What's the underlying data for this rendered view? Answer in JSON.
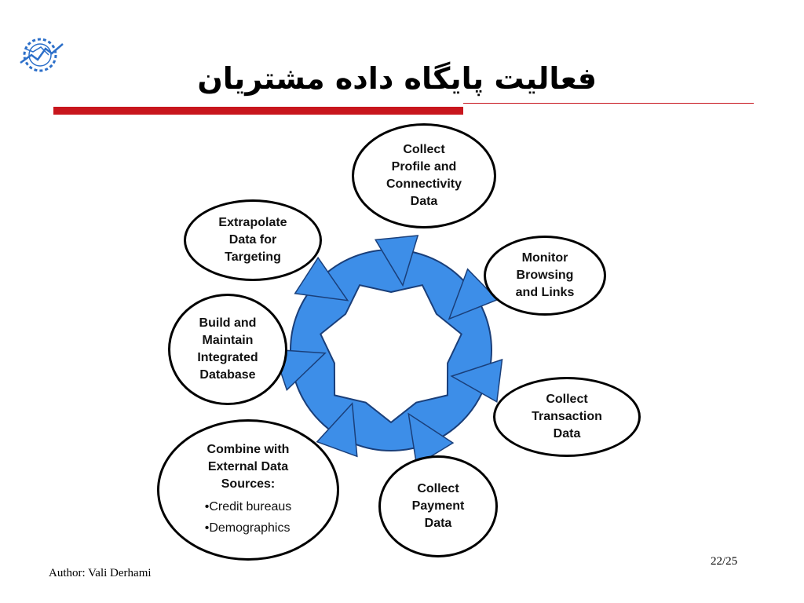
{
  "slide": {
    "title": "فعالیت پایگاه داده مشتریان",
    "author": "Author: Vali Derhami",
    "page": "22/25"
  },
  "colors": {
    "accent_red": "#c8161d",
    "cycle_blue": "#3d8ee8",
    "logo_blue": "#2c6fc9"
  },
  "icons": {
    "logo": "university-gear-logo-icon"
  },
  "nodes": [
    {
      "label": "Collect\nProfile and\nConnectivity\nData"
    },
    {
      "label": "Monitor\nBrowsing\nand Links"
    },
    {
      "label": "Collect\nTransaction\nData"
    },
    {
      "label": "Collect\nPayment\nData"
    },
    {
      "label": "Combine with\nExternal Data\nSources:",
      "bullets": [
        "Credit bureaus",
        "Demographics"
      ]
    },
    {
      "label": "Build and\nMaintain\nIntegrated\nDatabase"
    },
    {
      "label": "Extrapolate\nData for\nTargeting"
    }
  ]
}
